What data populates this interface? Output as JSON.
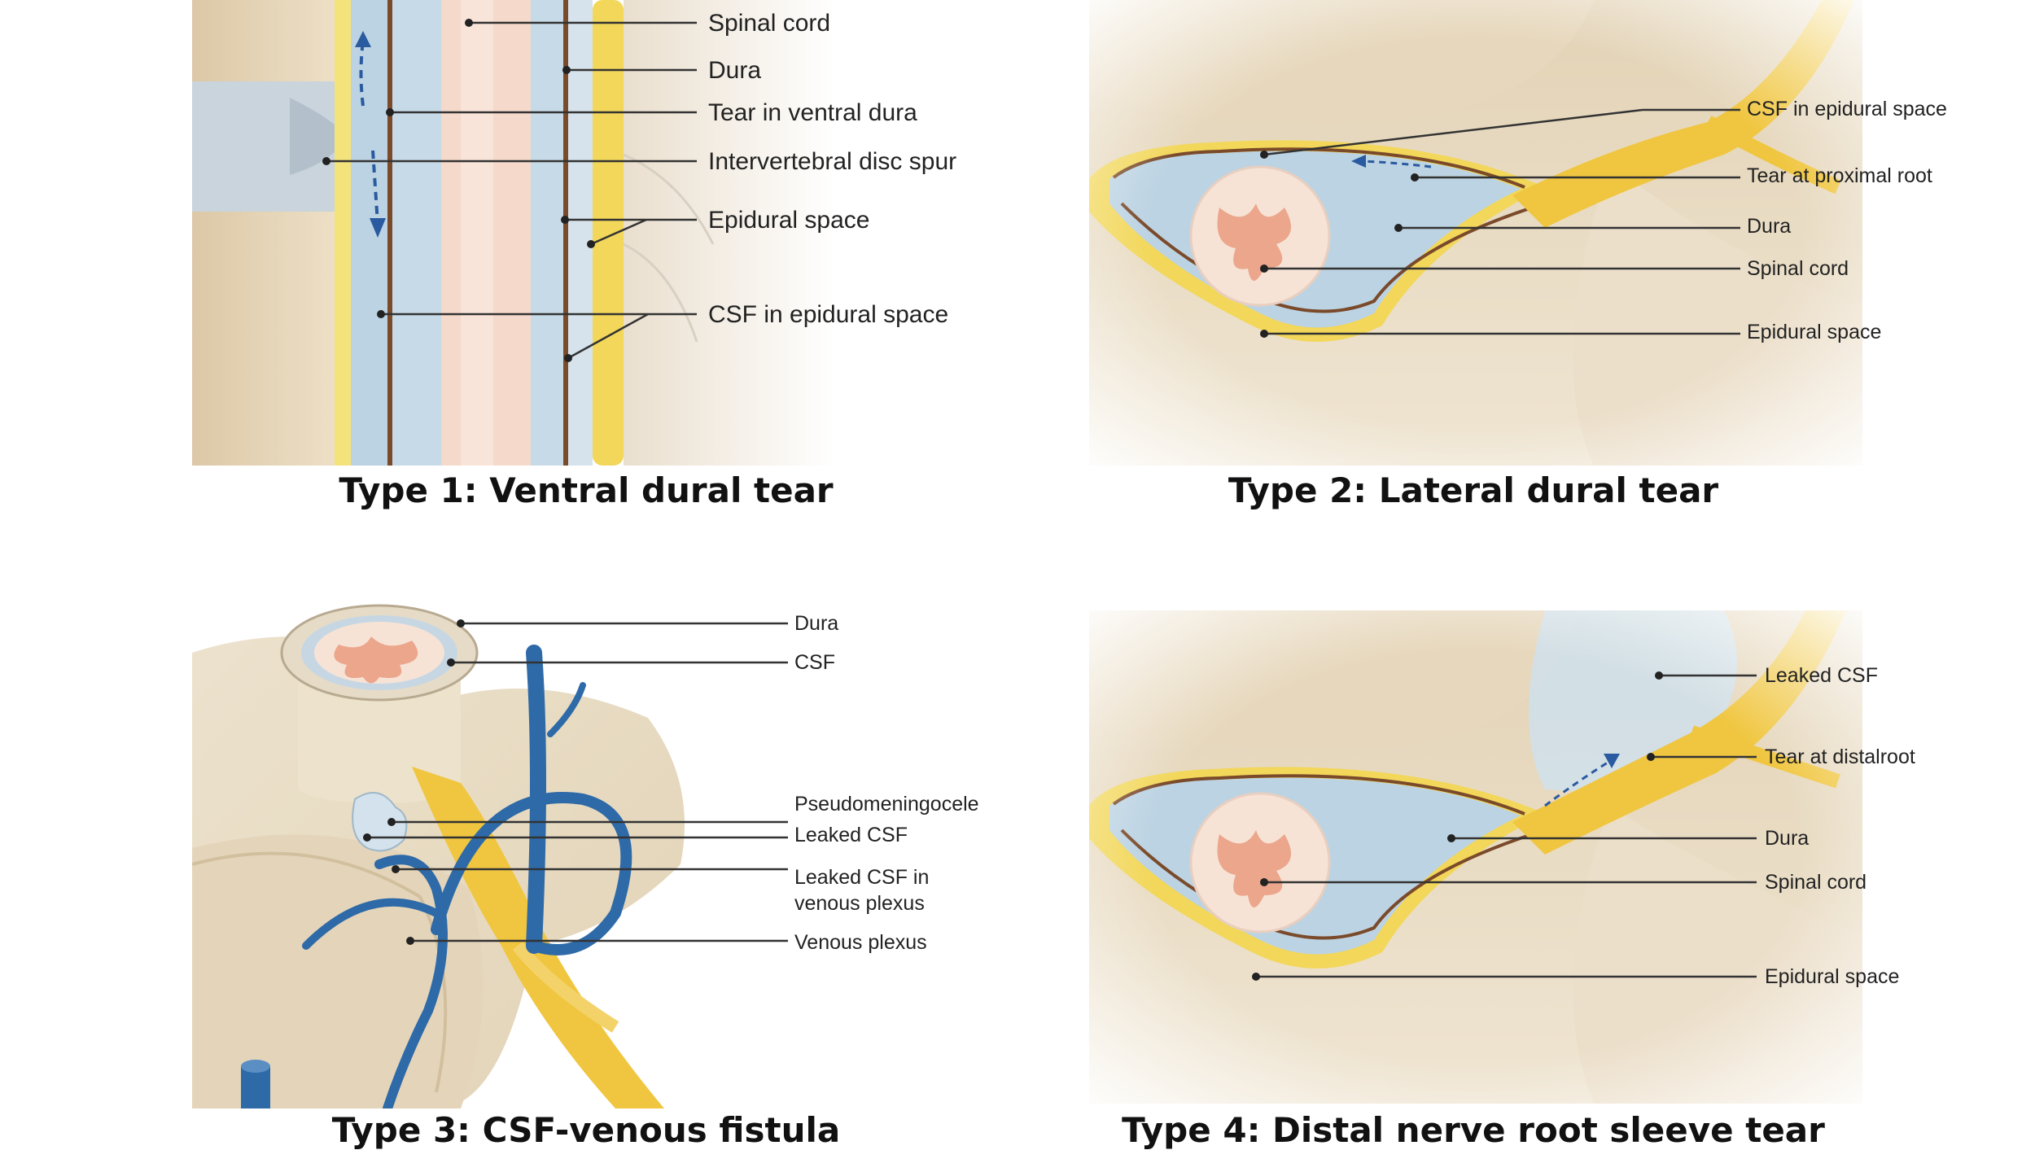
{
  "panels": [
    {
      "caption": "Type 1: Ventral dural tear",
      "labels": [
        "Spinal cord",
        "Dura",
        "Tear in ventral dura",
        "Intervertebral disc spur",
        "Epidural space",
        "CSF in epidural space"
      ]
    },
    {
      "caption": "Type 2: Lateral dural tear",
      "labels": [
        "CSF in epidural space",
        "Tear at proximal root",
        "Dura",
        "Spinal cord",
        "Epidural space"
      ]
    },
    {
      "caption": "Type 3: CSF-venous fistula",
      "labels": [
        "Dura",
        "CSF",
        "Pseudomeningocele",
        "Leaked CSF",
        "Leaked CSF in",
        "venous plexus",
        "Venous plexus"
      ]
    },
    {
      "caption": "Type 4: Distal nerve root sleeve tear",
      "labels": [
        "Leaked CSF",
        "Tear at distalroot",
        "Dura",
        "Spinal cord",
        "Epidural space"
      ]
    }
  ],
  "colors": {
    "bone": "#e9dcc4",
    "csf": "#bcd3e3",
    "dura": "#7a4a2a",
    "cord": "#f3d8c8",
    "fat": "#f2d75a",
    "vein": "#2e6aa8",
    "nerve": "#f0c640"
  }
}
